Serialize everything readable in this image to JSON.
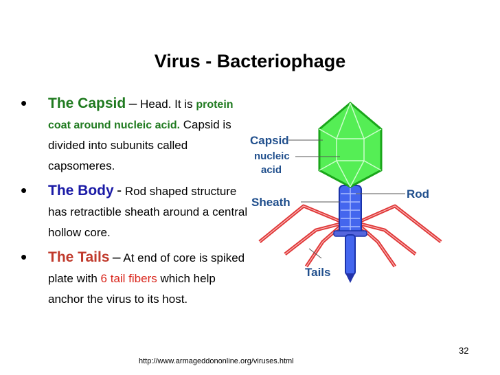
{
  "slide": {
    "title": "Virus - Bacteriophage",
    "page_number": "32",
    "source": "http://www.armageddononline.org/viruses.html"
  },
  "bullets": [
    {
      "term": "The Capsid",
      "sep": "–",
      "text1": " Head. It is ",
      "emphasis": "protein coat around nucleic acid.",
      "text2": " Capsid is divided into subunits called capsomeres."
    },
    {
      "term": "The Body",
      "sep": "-",
      "text1": " Rod shaped structure has retractible sheath around a central hollow core."
    },
    {
      "term": "The Tails",
      "sep": "–",
      "text1": " At end of core is spiked plate with ",
      "emphasis": "6 tail fibers",
      "text2": " which help anchor the virus to its host."
    }
  ],
  "diagram": {
    "labels": {
      "capsid": "Capsid",
      "nucleic": "nucleic",
      "acid": "acid",
      "sheath": "Sheath",
      "rod": "Rod",
      "tails": "Tails"
    },
    "colors": {
      "capsid": "#33cc33",
      "body": "#3355dd",
      "tails": "#dd2222",
      "label": "#1f4e8c"
    }
  }
}
